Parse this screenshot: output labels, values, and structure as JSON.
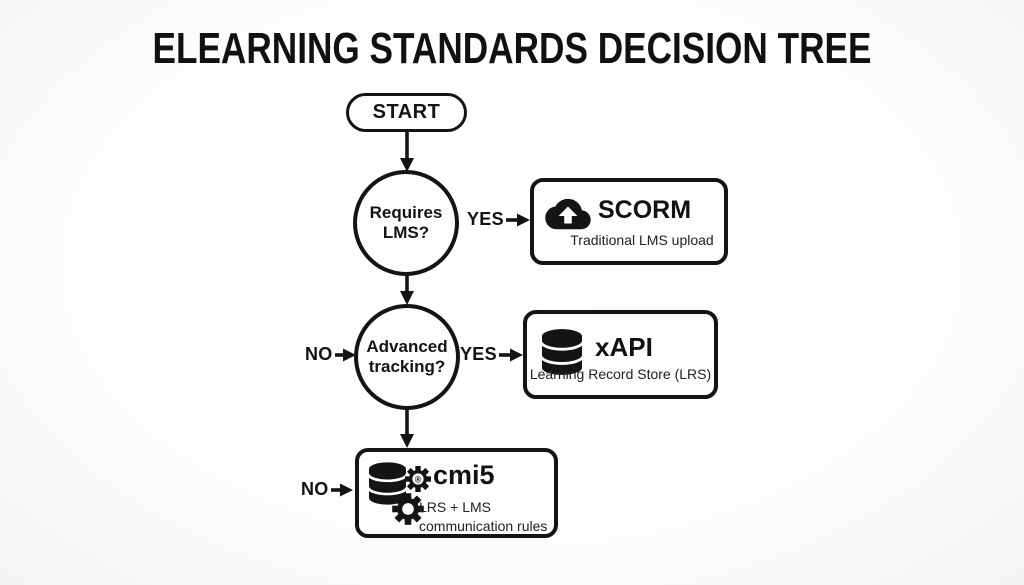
{
  "title": "ELEARNING STANDARDS DECISION TREE",
  "flowchart": {
    "start_label": "START",
    "branch_labels": {
      "yes": "YES",
      "no": "NO"
    },
    "decisions": [
      {
        "id": "requires-lms",
        "lines": [
          "Requires",
          "LMS?"
        ]
      },
      {
        "id": "advanced-tracking",
        "lines": [
          "Advanced",
          "tracking?"
        ]
      }
    ],
    "outcomes": [
      {
        "id": "scorm",
        "title": "SCORM",
        "subtitle": "Traditional LMS upload",
        "icon": "cloud-upload-icon"
      },
      {
        "id": "xapi",
        "title": "xAPI",
        "subtitle": "Learning Record Store (LRS)",
        "icon": "database-icon"
      },
      {
        "id": "cmi5",
        "title": "cmi5",
        "subtitle_lines": [
          "LRS + LMS",
          "communication rules"
        ],
        "icon": "database-gears-icon",
        "gear_symbol": "®"
      }
    ]
  },
  "colors": {
    "ink": "#141414",
    "background": "#fcfdfd",
    "box_fill": "#fdfdfd"
  }
}
